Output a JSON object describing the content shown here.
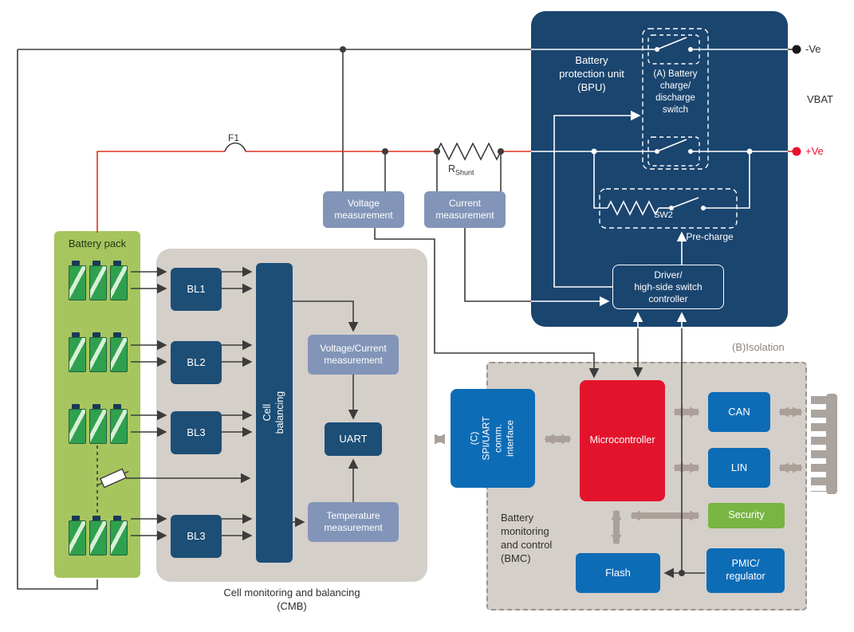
{
  "battery_pack": {
    "label": "Battery pack"
  },
  "cmb": {
    "bl_labels": [
      "BL1",
      "BL2",
      "BL3",
      "BL3"
    ],
    "cell_balancing": "Cell balancing",
    "vc_measurement": "Voltage/Current\nmeasurement",
    "uart": "UART",
    "temperature_measurement": "Temperature\nmeasurement",
    "caption": "Cell monitoring and balancing\n(CMB)"
  },
  "measurements": {
    "voltage": "Voltage\nmeasurement",
    "current": "Current\nmeasurement"
  },
  "components": {
    "fuse": "F1",
    "shunt_base": "R",
    "shunt_sub": "Shunt"
  },
  "bpu": {
    "title": "Battery\nprotection unit\n(BPU)",
    "switch_a": "(A) Battery\ncharge/\ndischarge\nswitch",
    "sw2": "SW2",
    "precharge": "Pre-charge",
    "driver": "Driver/\nhigh-side switch\ncontroller"
  },
  "rails": {
    "negative": "-Ve",
    "positive": "+Ve",
    "vbat": "VBAT"
  },
  "bmc": {
    "isolation": "(B)Isolation",
    "caption": "Battery\nmonitoring\nand control\n(BMC)",
    "comm_interface": "(C)\nSPI/UART\ncomm.\ninterface",
    "microcontroller": "Microcontroller",
    "can": "CAN",
    "lin": "LIN",
    "security": "Security",
    "flash": "Flash",
    "pmic": "PMIC/\nregulator"
  },
  "colors": {
    "navy_panel": "#1a456f",
    "dark_blue_box": "#1c4e76",
    "steel_blue_box": "#8295b8",
    "blue_box": "#0d6cb6",
    "mcu_red": "#e4132c",
    "security_green": "#79b543",
    "pack_green": "#a6c55e",
    "panel_gray": "#d5cfc9",
    "wire_red": "#e2301c",
    "wire_dark": "#3c3c3c",
    "bus_arrow_gray": "#ab9f99"
  }
}
